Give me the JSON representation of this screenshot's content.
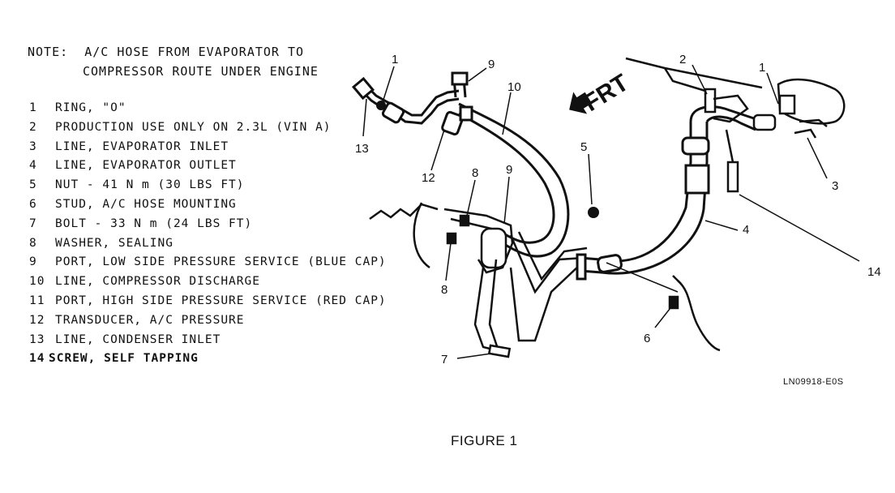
{
  "note": {
    "line1": "NOTE:  A/C HOSE FROM EVAPORATOR TO",
    "line2": "COMPRESSOR ROUTE UNDER ENGINE"
  },
  "legend": [
    {
      "num": "1",
      "text": "RING, \"O\""
    },
    {
      "num": "2",
      "text": "PRODUCTION USE ONLY ON 2.3L (VIN A)"
    },
    {
      "num": "3",
      "text": "LINE, EVAPORATOR INLET"
    },
    {
      "num": "4",
      "text": "LINE, EVAPORATOR OUTLET"
    },
    {
      "num": "5",
      "text": "NUT - 41 N m (30 LBS FT)"
    },
    {
      "num": "6",
      "text": "STUD, A/C HOSE MOUNTING"
    },
    {
      "num": "7",
      "text": "BOLT - 33 N m (24 LBS FT)"
    },
    {
      "num": "8",
      "text": "WASHER, SEALING"
    },
    {
      "num": "9",
      "text": "PORT, LOW SIDE PRESSURE SERVICE (BLUE CAP)"
    },
    {
      "num": "10",
      "text": "LINE, COMPRESSOR DISCHARGE"
    },
    {
      "num": "11",
      "text": "PORT, HIGH SIDE PRESSURE SERVICE (RED CAP)"
    },
    {
      "num": "12",
      "text": "TRANSDUCER, A/C PRESSURE"
    },
    {
      "num": "13",
      "text": "LINE, CONDENSER INLET"
    },
    {
      "num": "14",
      "text": "SCREW, SELF TAPPING"
    }
  ],
  "callouts": {
    "c1_left": "1",
    "c9_top": "9",
    "c10": "10",
    "c13": "13",
    "c12": "12",
    "c5": "5",
    "c8_top": "8",
    "c9_mid": "9",
    "c8_bottom": "8",
    "c7": "7",
    "c2": "2",
    "c1_right": "1",
    "c3": "3",
    "c4": "4",
    "c14": "14",
    "c6": "6"
  },
  "direction_label": "FRT",
  "drawing_code": "LN09918-E0S",
  "caption": "FIGURE 1"
}
